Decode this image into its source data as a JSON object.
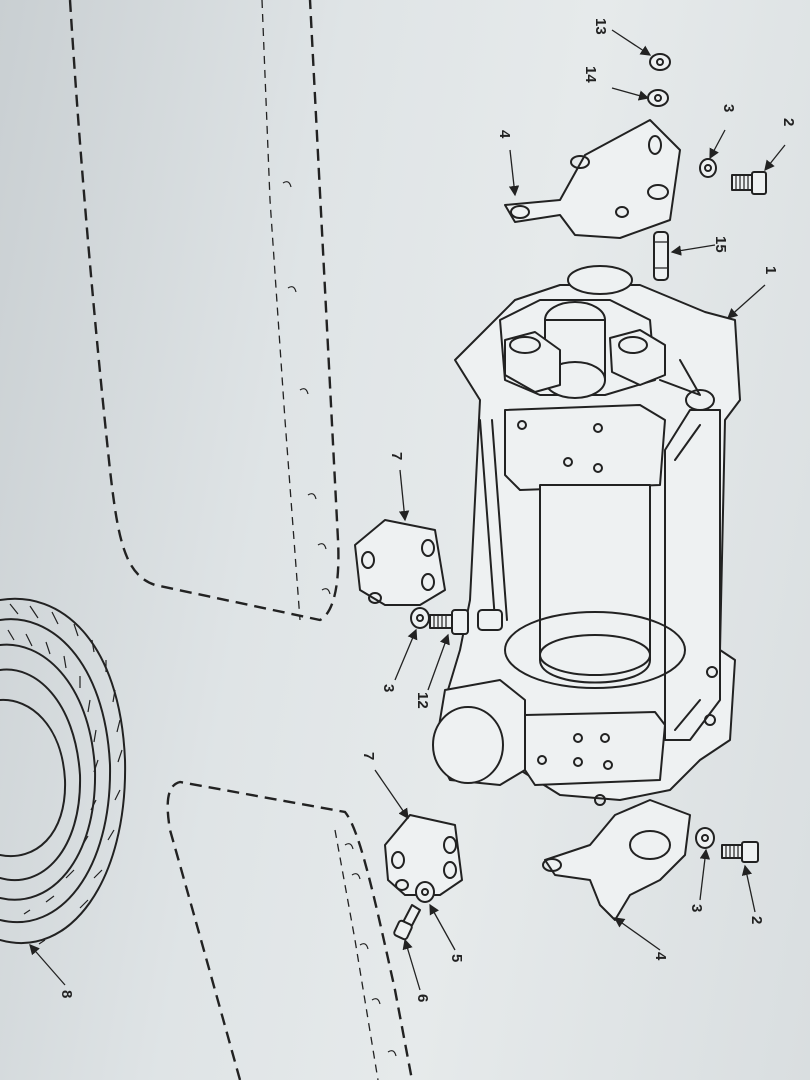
{
  "callouts": {
    "c13": "13",
    "c14": "14",
    "c3a": "3",
    "c2a": "2",
    "c4a": "4",
    "c15": "15",
    "c1": "1",
    "c7a": "7",
    "c3b": "3",
    "c12": "12",
    "c7b": "7",
    "c5": "5",
    "c6": "6",
    "c2b": "2",
    "c3c": "3",
    "c4b": "4",
    "c8": "8"
  }
}
